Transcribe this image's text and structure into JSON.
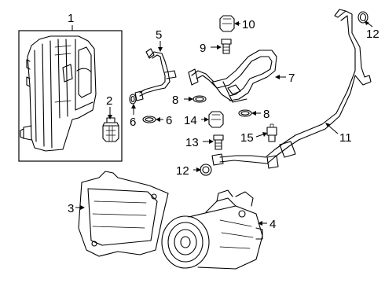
{
  "callouts": [
    {
      "id": "1",
      "text": "1"
    },
    {
      "id": "2",
      "text": "2"
    },
    {
      "id": "3",
      "text": "3"
    },
    {
      "id": "4",
      "text": "4"
    },
    {
      "id": "5",
      "text": "5"
    },
    {
      "id": "6a",
      "text": "6"
    },
    {
      "id": "6b",
      "text": "6"
    },
    {
      "id": "7",
      "text": "7"
    },
    {
      "id": "8a",
      "text": "8"
    },
    {
      "id": "8b",
      "text": "8"
    },
    {
      "id": "9",
      "text": "9"
    },
    {
      "id": "10",
      "text": "10"
    },
    {
      "id": "11",
      "text": "11"
    },
    {
      "id": "12a",
      "text": "12"
    },
    {
      "id": "12b",
      "text": "12"
    },
    {
      "id": "13",
      "text": "13"
    },
    {
      "id": "14",
      "text": "14"
    },
    {
      "id": "15",
      "text": "15"
    }
  ]
}
